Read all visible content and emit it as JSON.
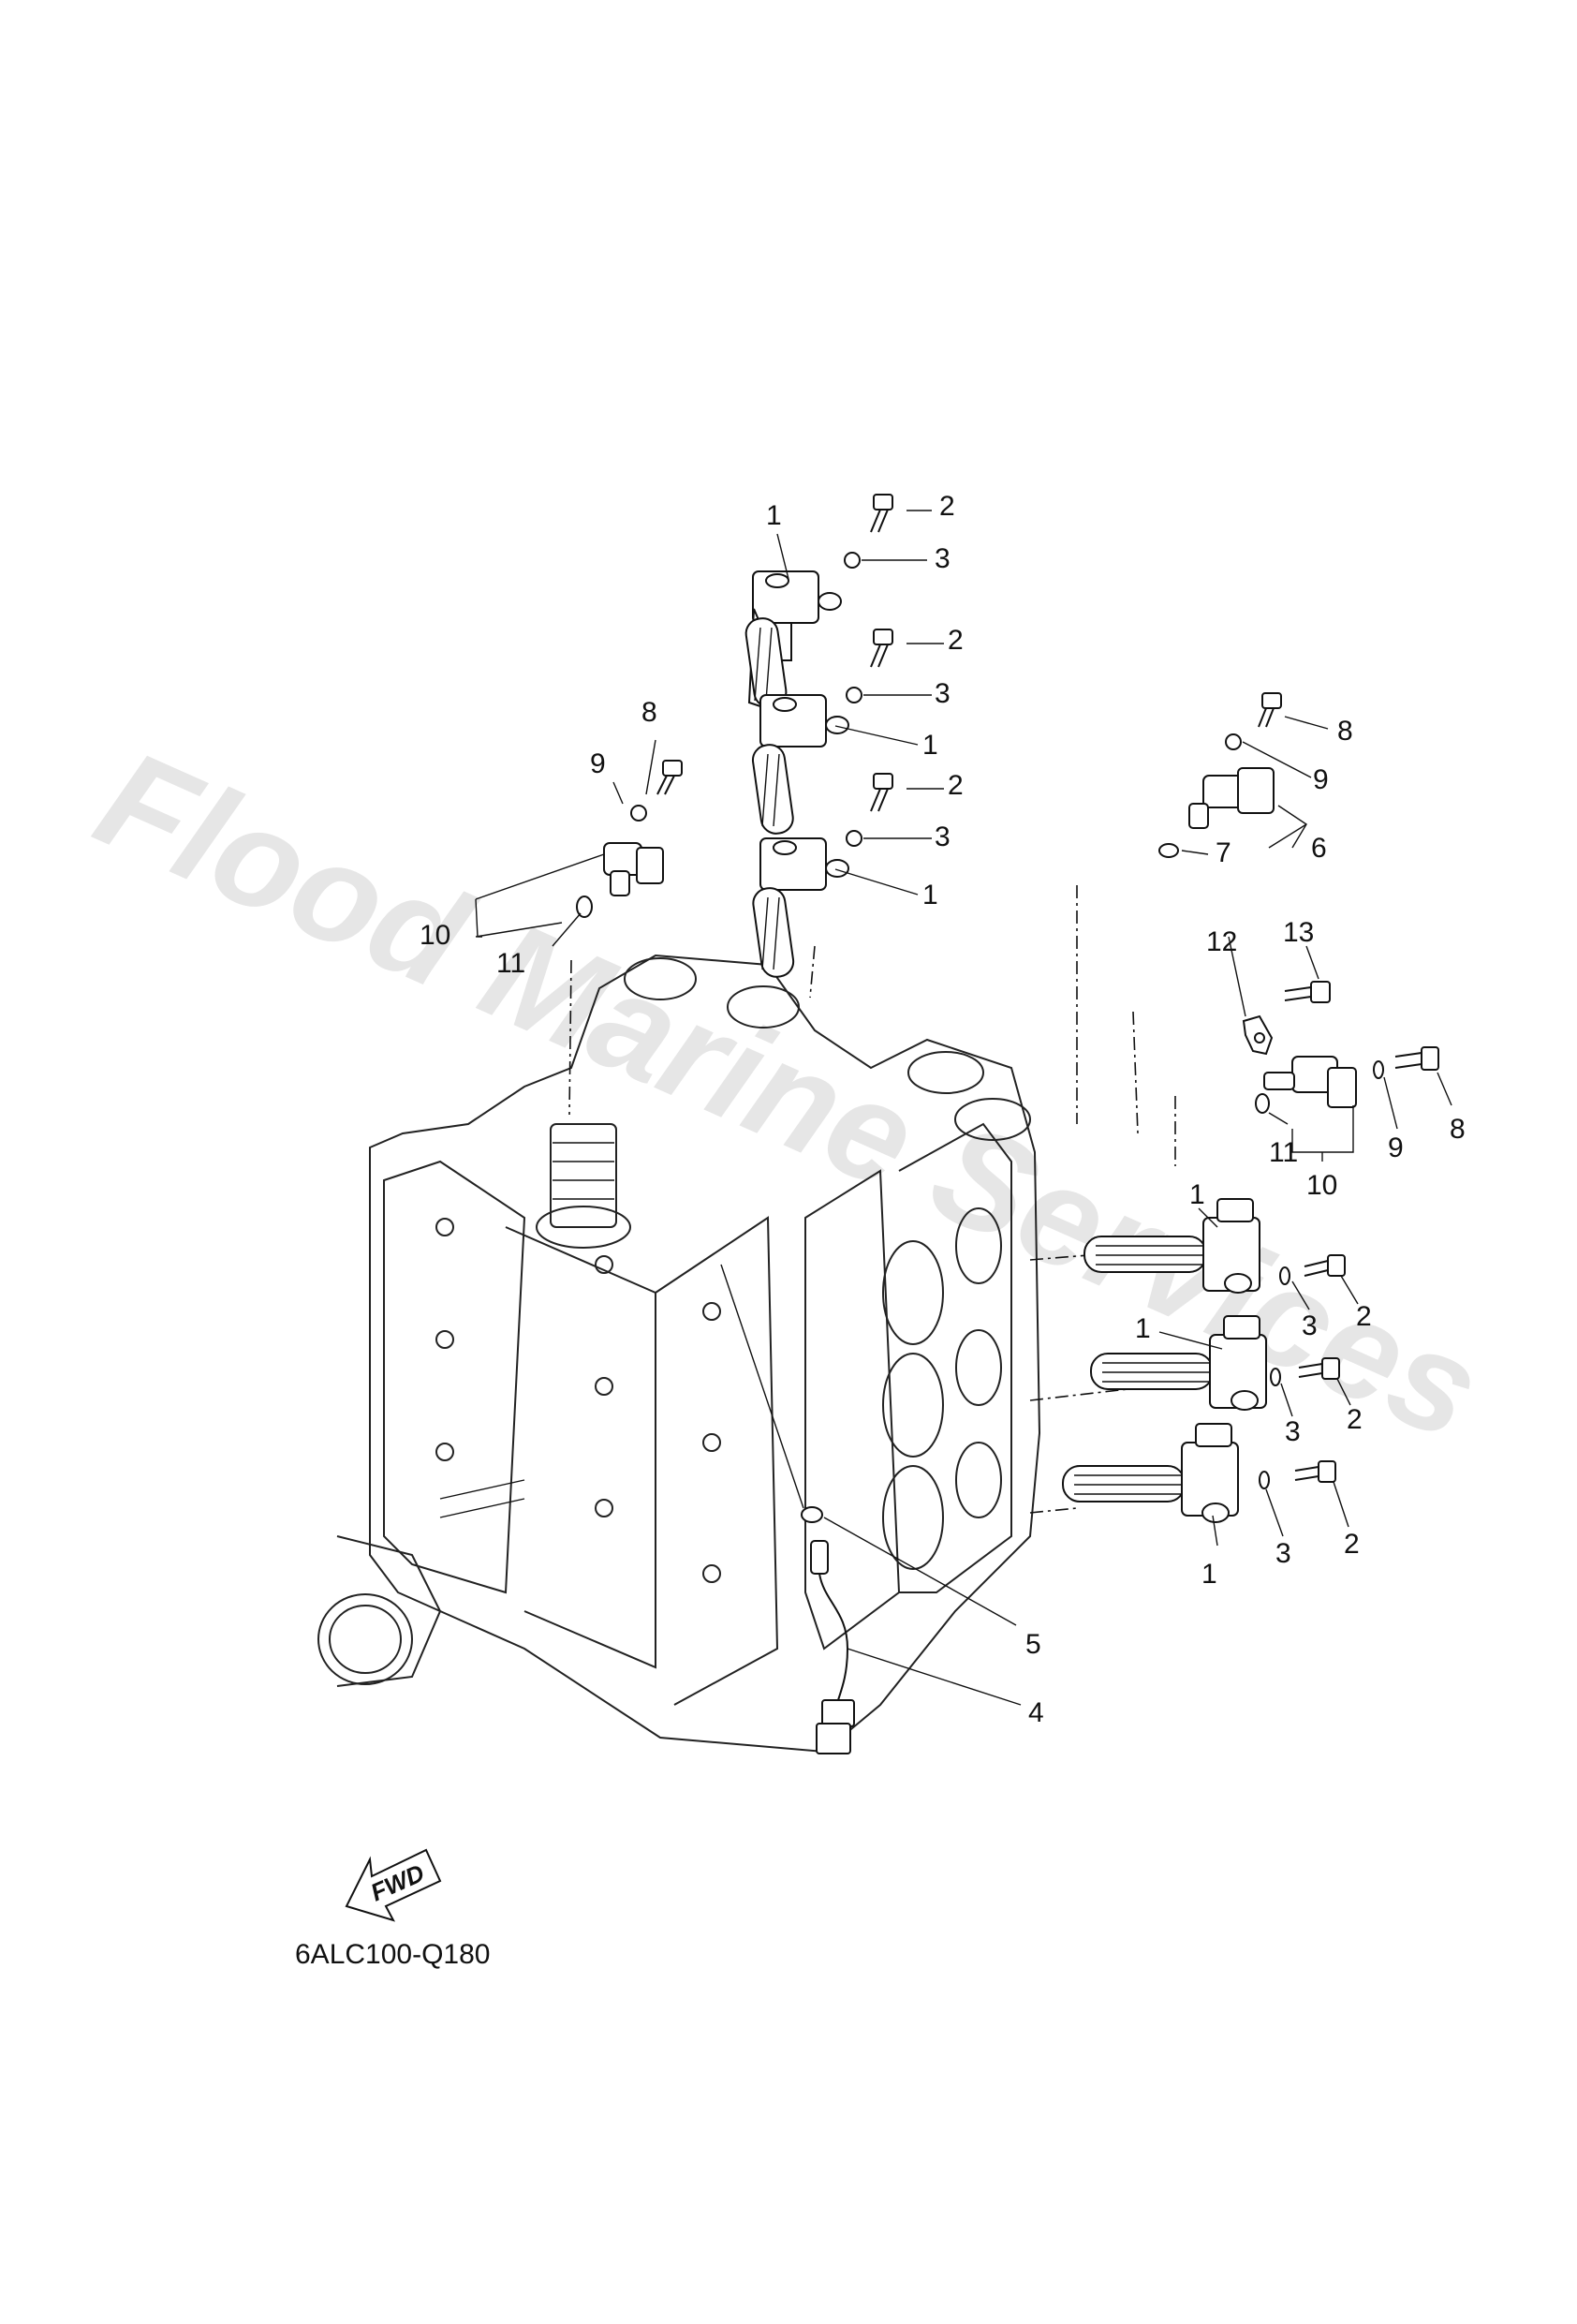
{
  "watermark": "Flood Marine Services",
  "diagram_code": "6ALC100-Q180",
  "direction_label": "FWD",
  "callouts": {
    "coil_top_1": "1",
    "coil_top_2": "1",
    "coil_top_3": "1",
    "coil_right_1": "1",
    "coil_right_2": "1",
    "coil_right_3": "1",
    "bolt_top_1": "2",
    "bolt_top_2": "2",
    "bolt_top_3": "2",
    "bolt_right_1": "2",
    "bolt_right_2": "2",
    "bolt_right_3": "2",
    "washer_top_1": "3",
    "washer_top_2": "3",
    "washer_top_3": "3",
    "washer_right_1": "3",
    "washer_right_2": "3",
    "washer_right_3": "3",
    "harness": "4",
    "gasket": "5",
    "sensor_group_top": "6",
    "oring_top": "7",
    "bolt_8_left": "8",
    "bolt_8_top": "8",
    "bolt_8_right": "8",
    "washer_9_left": "9",
    "washer_9_top": "9",
    "washer_9_right": "9",
    "sensor_group_left": "10",
    "sensor_group_right": "10",
    "oring_11_left": "11",
    "oring_11_right": "11",
    "clamp": "12",
    "screw": "13"
  }
}
